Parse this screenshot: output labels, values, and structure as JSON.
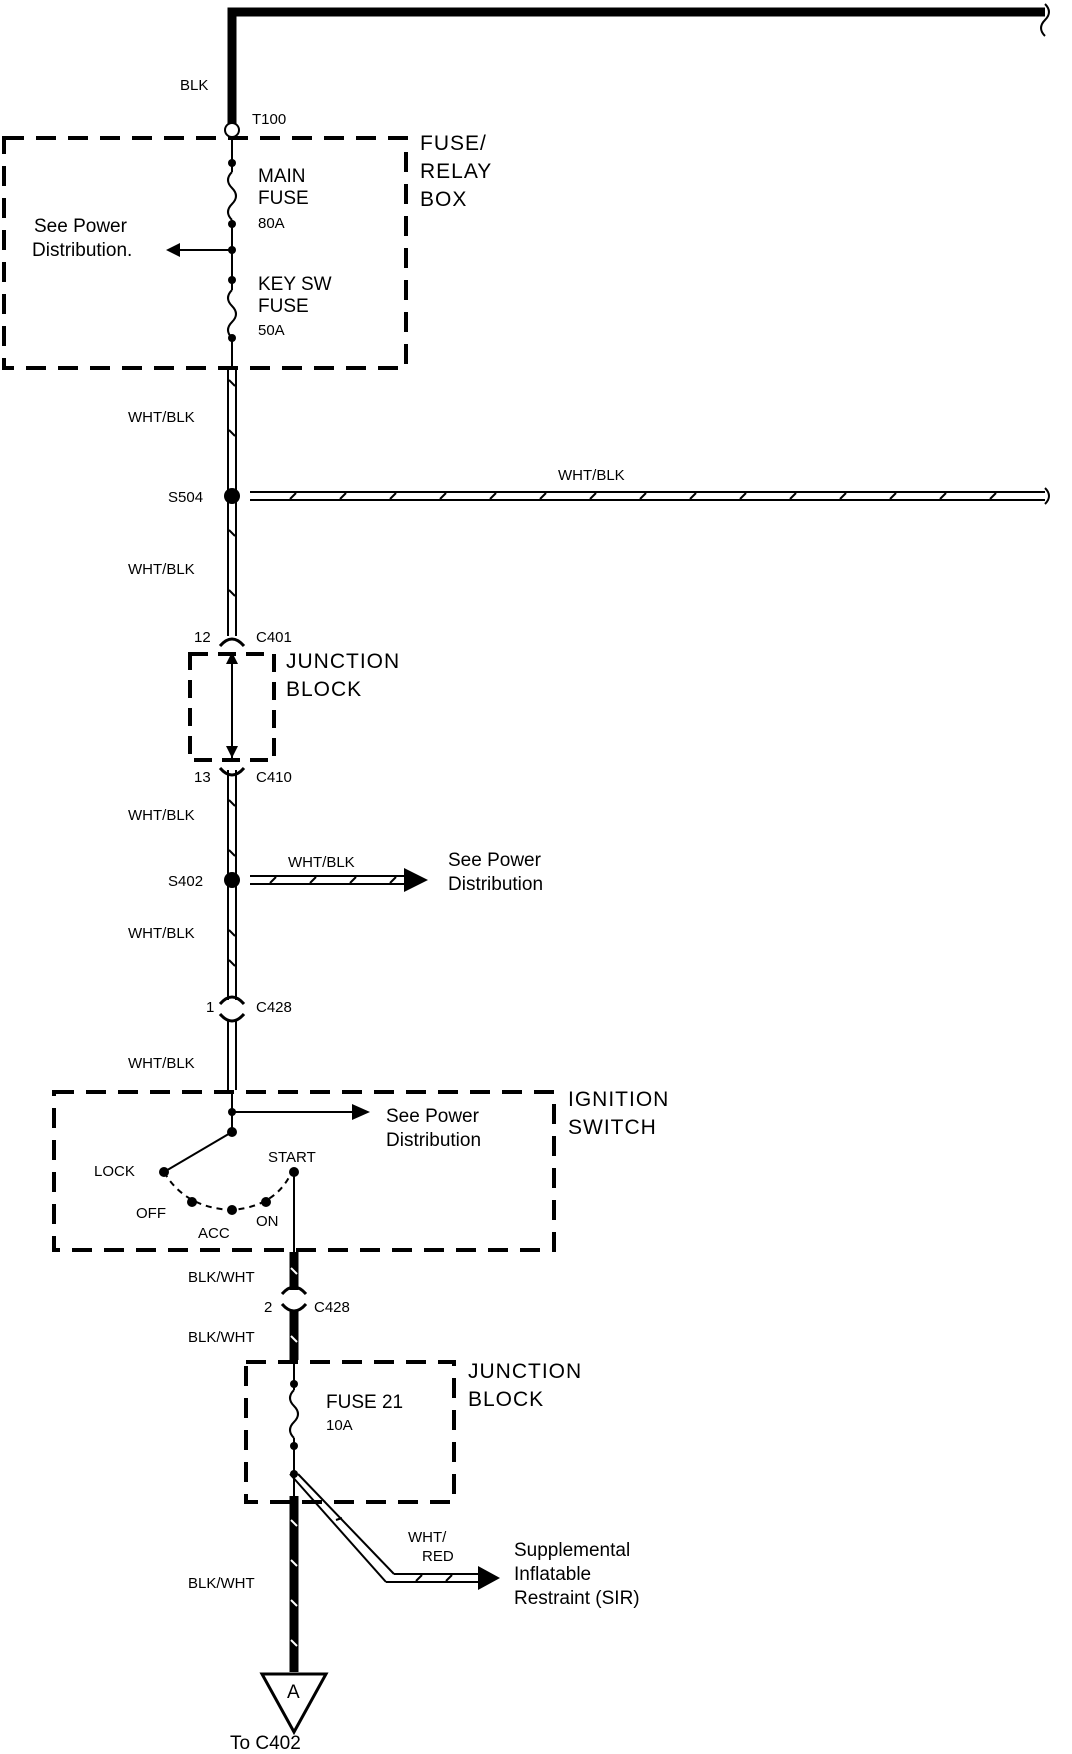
{
  "wires": {
    "top": "BLK",
    "seg1": "WHT/BLK",
    "s504_branch": "WHT/BLK",
    "seg2": "WHT/BLK",
    "seg3": "WHT/BLK",
    "s402_branch": "WHT/BLK",
    "seg4": "WHT/BLK",
    "seg5": "WHT/BLK",
    "bw1": "BLK/WHT",
    "bw2": "BLK/WHT",
    "bw3": "BLK/WHT",
    "sir_branch_1": "WHT/",
    "sir_branch_2": "RED"
  },
  "terminals": {
    "t100": "T100",
    "s504": "S504",
    "s402": "S402"
  },
  "connectors": {
    "c401_pin": "12",
    "c401": "C401",
    "c410_pin": "13",
    "c410": "C410",
    "c428_pin1": "1",
    "c428_a": "C428",
    "c428_pin2": "2",
    "c428_b": "C428"
  },
  "fuse_relay_box": {
    "title_1": "FUSE/",
    "title_2": "RELAY",
    "title_3": "BOX",
    "main_fuse_1": "MAIN",
    "main_fuse_2": "FUSE",
    "main_fuse_rating": "80A",
    "key_sw_1": "KEY SW",
    "key_sw_2": "FUSE",
    "key_sw_rating": "50A",
    "see_power_1": "See Power",
    "see_power_2": "Distribution."
  },
  "junction_block_1": {
    "title_1": "JUNCTION",
    "title_2": "BLOCK"
  },
  "s402_ref": {
    "line1": "See Power",
    "line2": "Distribution"
  },
  "ignition_switch": {
    "title_1": "IGNITION",
    "title_2": "SWITCH",
    "see_power_1": "See Power",
    "see_power_2": "Distribution",
    "lock": "LOCK",
    "off": "OFF",
    "acc": "ACC",
    "on": "ON",
    "start": "START"
  },
  "junction_block_2": {
    "title_1": "JUNCTION",
    "title_2": "BLOCK",
    "fuse": "FUSE 21",
    "fuse_rating": "10A"
  },
  "sir": {
    "line1": "Supplemental",
    "line2": "Inflatable",
    "line3": "Restraint (SIR)"
  },
  "ground": {
    "label": "A",
    "to": "To C402"
  }
}
